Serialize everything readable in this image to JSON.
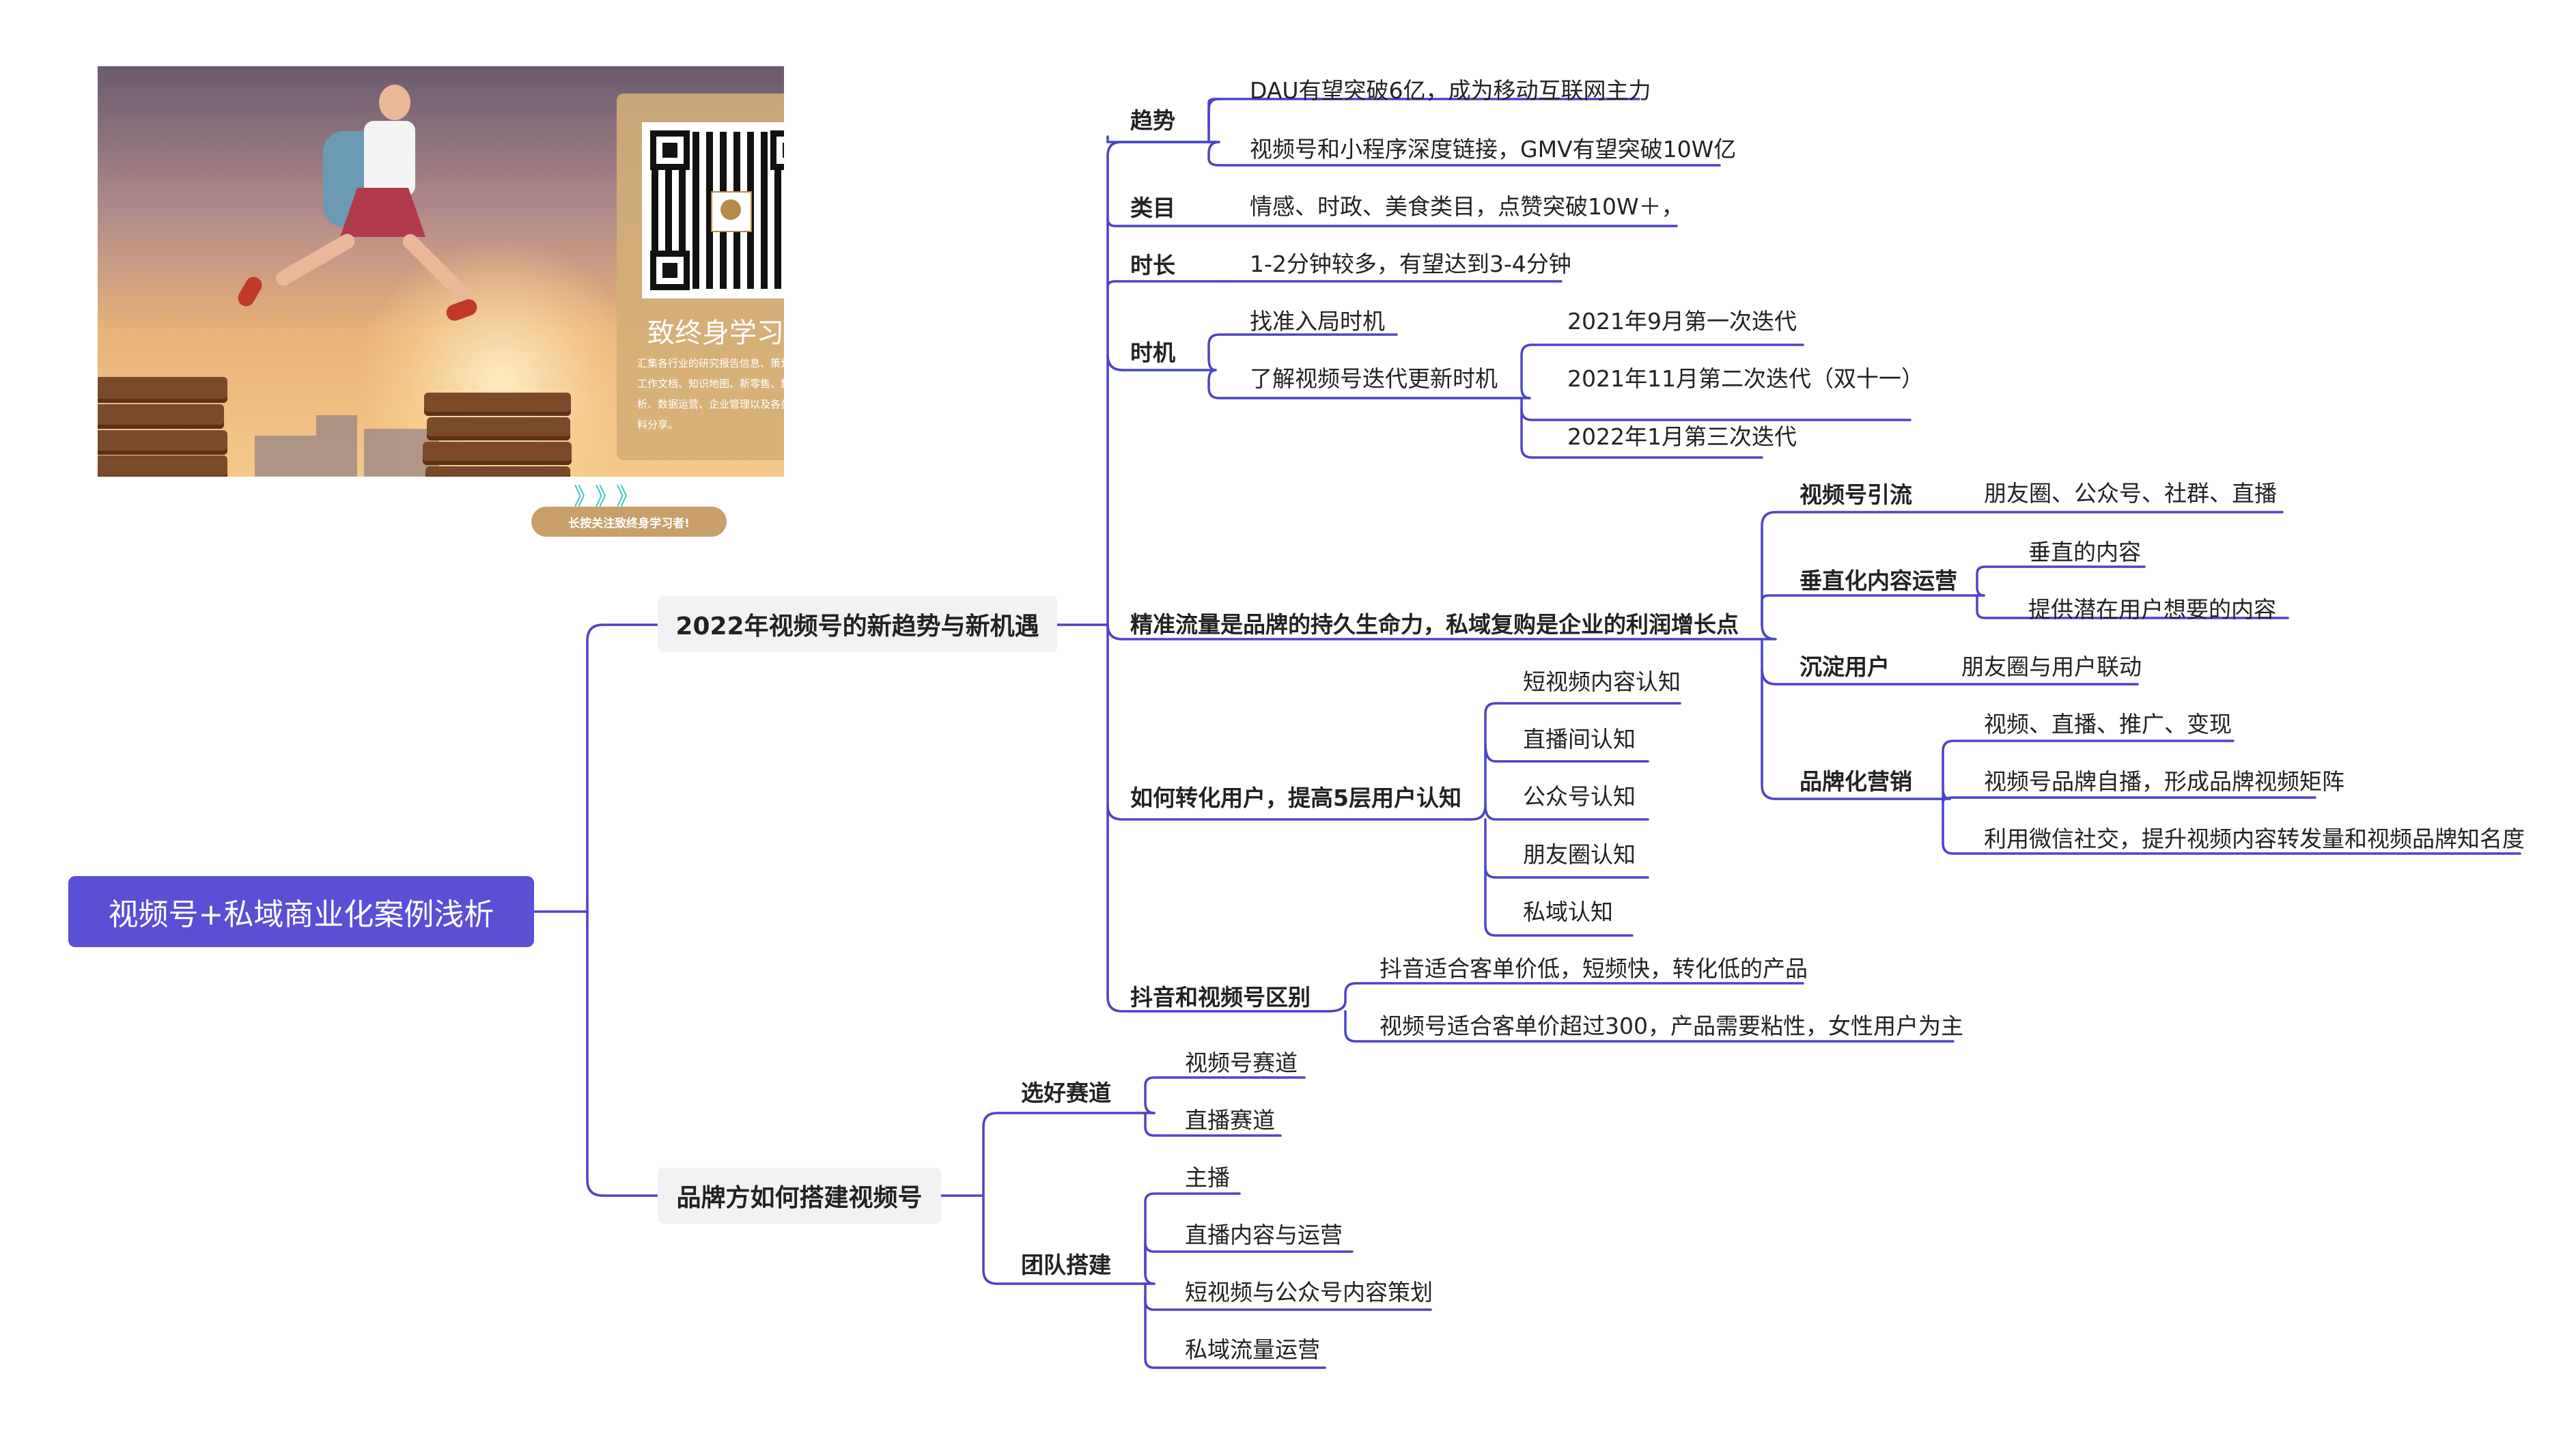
{
  "colors": {
    "line": "#4b44c7",
    "root_fill": "#5b4fd6",
    "branch_fill": "#f2f2f4"
  },
  "root": "视频号+私域商业化案例浅析",
  "branch1": {
    "title": "2022年视频号的新趋势与新机遇",
    "trend": {
      "label": "趋势",
      "items": [
        "DAU有望突破6亿，成为移动互联网主力",
        "视频号和小程序深度链接，GMV有望突破10W亿"
      ]
    },
    "category": {
      "label": "类目",
      "items": [
        "情感、时政、美食类目，点赞突破10W＋，"
      ]
    },
    "duration": {
      "label": "时长",
      "items": [
        "1-2分钟较多，有望达到3-4分钟"
      ]
    },
    "timing": {
      "label": "时机",
      "items": [
        "找准入局时机",
        "了解视频号迭代更新时机"
      ],
      "iterations": [
        "2021年9月第一次迭代",
        "2021年11月第二次迭代（双十一）",
        "2022年1月第三次迭代"
      ]
    },
    "precision": {
      "label": "精准流量是品牌的持久生命力，私域复购是企业的利润增长点",
      "diversion": {
        "label": "视频号引流",
        "items": [
          "朋友圈、公众号、社群、直播"
        ]
      },
      "vertical": {
        "label": "垂直化内容运营",
        "items": [
          "垂直的内容",
          "提供潜在用户想要的内容"
        ]
      },
      "settle": {
        "label": "沉淀用户",
        "items": [
          "朋友圈与用户联动"
        ]
      },
      "brand": {
        "label": "品牌化营销",
        "items": [
          "视频、直播、推广、变现",
          "视频号品牌自播，形成品牌视频矩阵",
          "利用微信社交，提升视频内容转发量和视频品牌知名度"
        ]
      }
    },
    "convert": {
      "label": "如何转化用户，提高5层用户认知",
      "items": [
        "短视频内容认知",
        "直播间认知",
        "公众号认知",
        "朋友圈认知",
        "私域认知"
      ]
    },
    "douyin": {
      "label": "抖音和视频号区别",
      "items": [
        "抖音适合客单价低，短频快，转化低的产品",
        "视频号适合客单价超过300，产品需要粘性，女性用户为主"
      ]
    }
  },
  "branch2": {
    "title": "品牌方如何搭建视频号",
    "track": {
      "label": "选好赛道",
      "items": [
        "视频号赛道",
        "直播赛道"
      ]
    },
    "team": {
      "label": "团队搭建",
      "items": [
        "主播",
        "直播内容与运营",
        "短视频与公众号内容策划",
        "私域流量运营"
      ]
    }
  },
  "promo": {
    "brand": "致终身学习者",
    "desc": "汇集各行业的研究报告信息、策划方案、工作文档、知识地图、新零售、数据分析、数据运营、企业管理以及各类学习资料分享。",
    "cta": "长按关注致终身学习者!",
    "arrows": "》》》"
  }
}
